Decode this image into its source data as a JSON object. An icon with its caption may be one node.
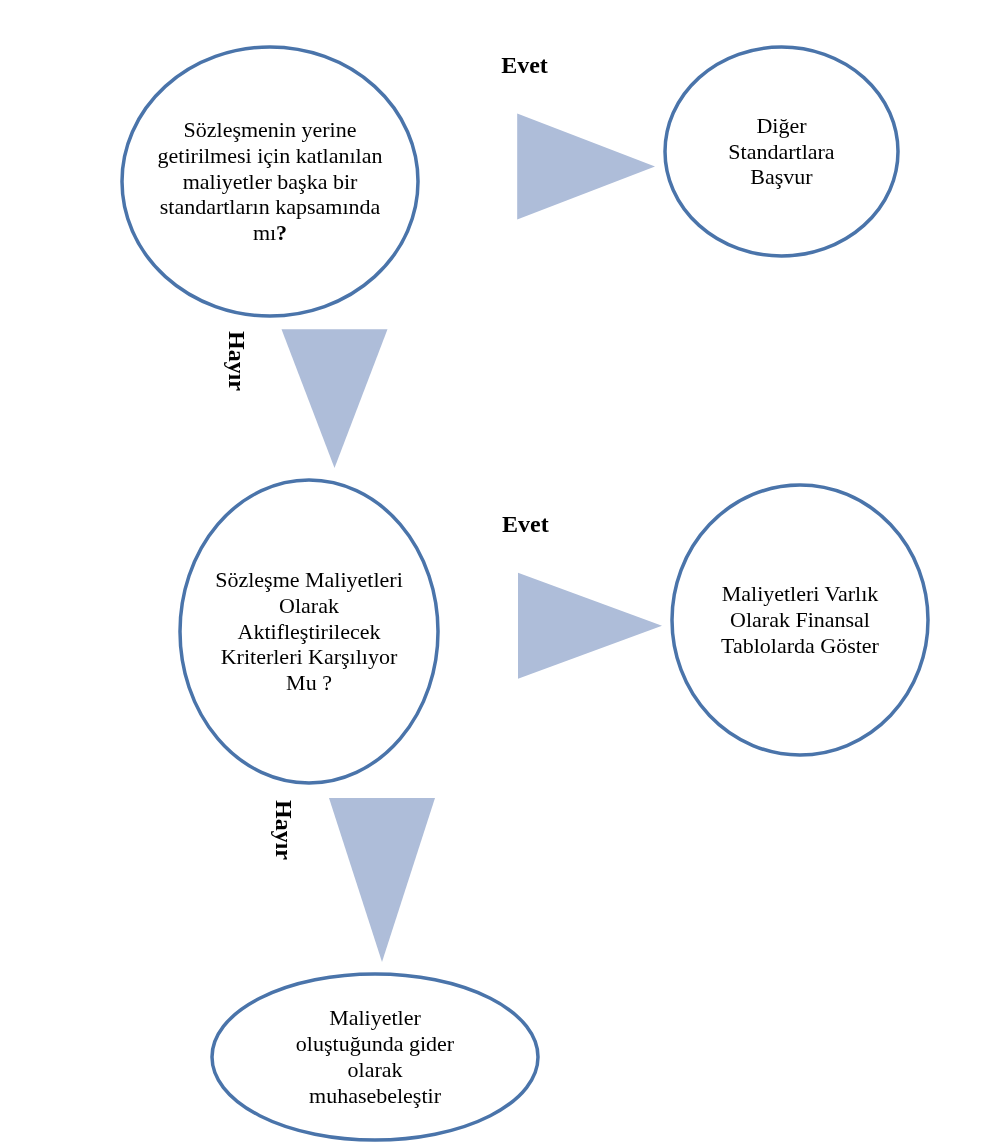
{
  "diagram": {
    "nodes": [
      {
        "text": [
          "Sözleşmenin yerine getirilmesi için katlanılan maliyetler başka bir standartların kapsamında mı**?**"
        ]
      },
      {
        "text": [
          "Diğer Standartlara Başvur"
        ]
      },
      {
        "text": [
          "Sözleşme Maliyetleri Olarak Aktifleştirilecek Kriterleri Karşılıyor Mu ?"
        ]
      },
      {
        "text": [
          "Maliyetleri Varlık Olarak Finansal Tablolarda Göster"
        ]
      },
      {
        "text": [
          "Maliyetler oluştuğunda gider olarak muhasebeleştir"
        ]
      }
    ],
    "edges": [
      {
        "from": 0,
        "to": 1,
        "arrow": "to",
        "label": "Evet"
      },
      {
        "from": 0,
        "to": 2,
        "arrow": "to",
        "label": "Hayır"
      },
      {
        "from": 2,
        "to": 3,
        "arrow": "to",
        "label": "Evet"
      },
      {
        "from": 2,
        "to": 4,
        "arrow": "to",
        "label": "Hayır"
      }
    ]
  }
}
